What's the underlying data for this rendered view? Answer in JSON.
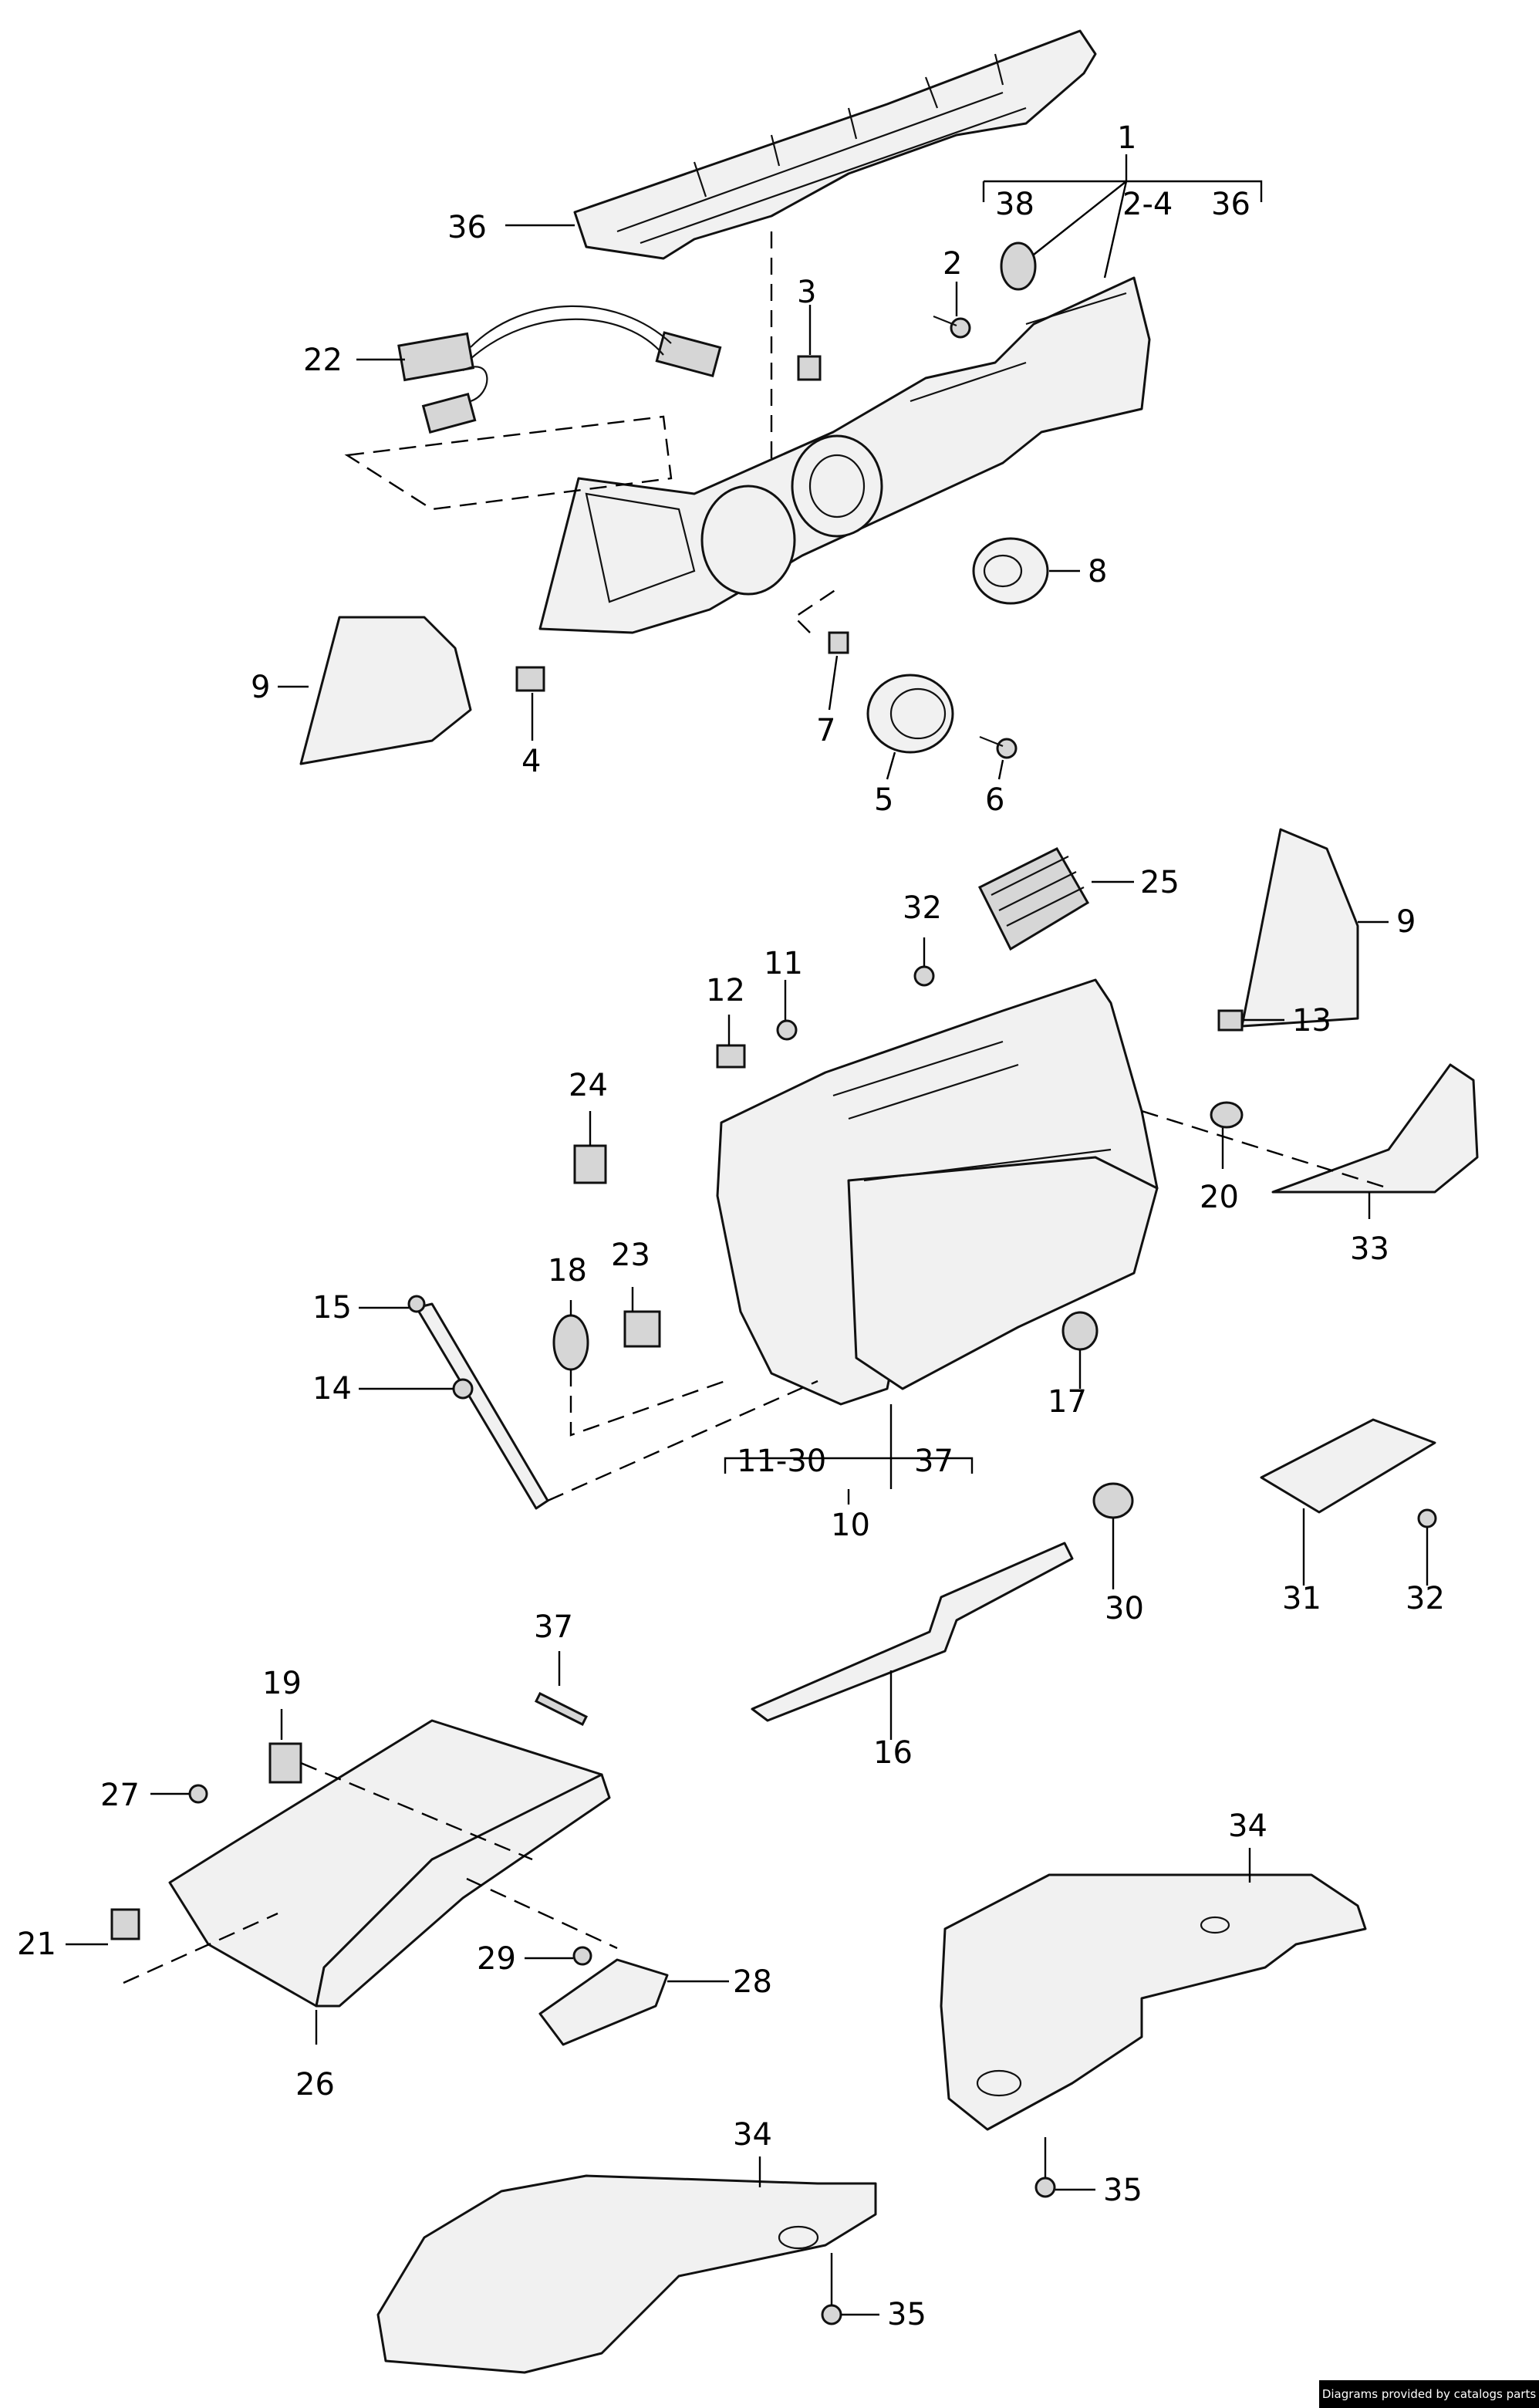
{
  "callouts": {
    "c1": "1",
    "c38": "38",
    "c2_4": "2-4",
    "c36b": "36",
    "c36": "36",
    "c22": "22",
    "c2": "2",
    "c3": "3",
    "c8": "8",
    "c9a": "9",
    "c4": "4",
    "c7": "7",
    "c5": "5",
    "c6": "6",
    "c32a": "32",
    "c25": "25",
    "c9b": "9",
    "c11": "11",
    "c12": "12",
    "c13": "13",
    "c24": "24",
    "c20": "20",
    "c33": "33",
    "c18": "18",
    "c23": "23",
    "c15": "15",
    "c14": "14",
    "c17": "17",
    "c11_30": "11-30",
    "c37": "37",
    "c10": "10",
    "c30": "30",
    "c31": "31",
    "c32b": "32",
    "c16": "16",
    "c37b": "37",
    "c19": "19",
    "c27": "27",
    "c21": "21",
    "c26": "26",
    "c29": "29",
    "c28": "28",
    "c34a": "34",
    "c35a": "35",
    "c34b": "34",
    "c35b": "35"
  },
  "credit": "Diagrams provided by catalogs parts"
}
